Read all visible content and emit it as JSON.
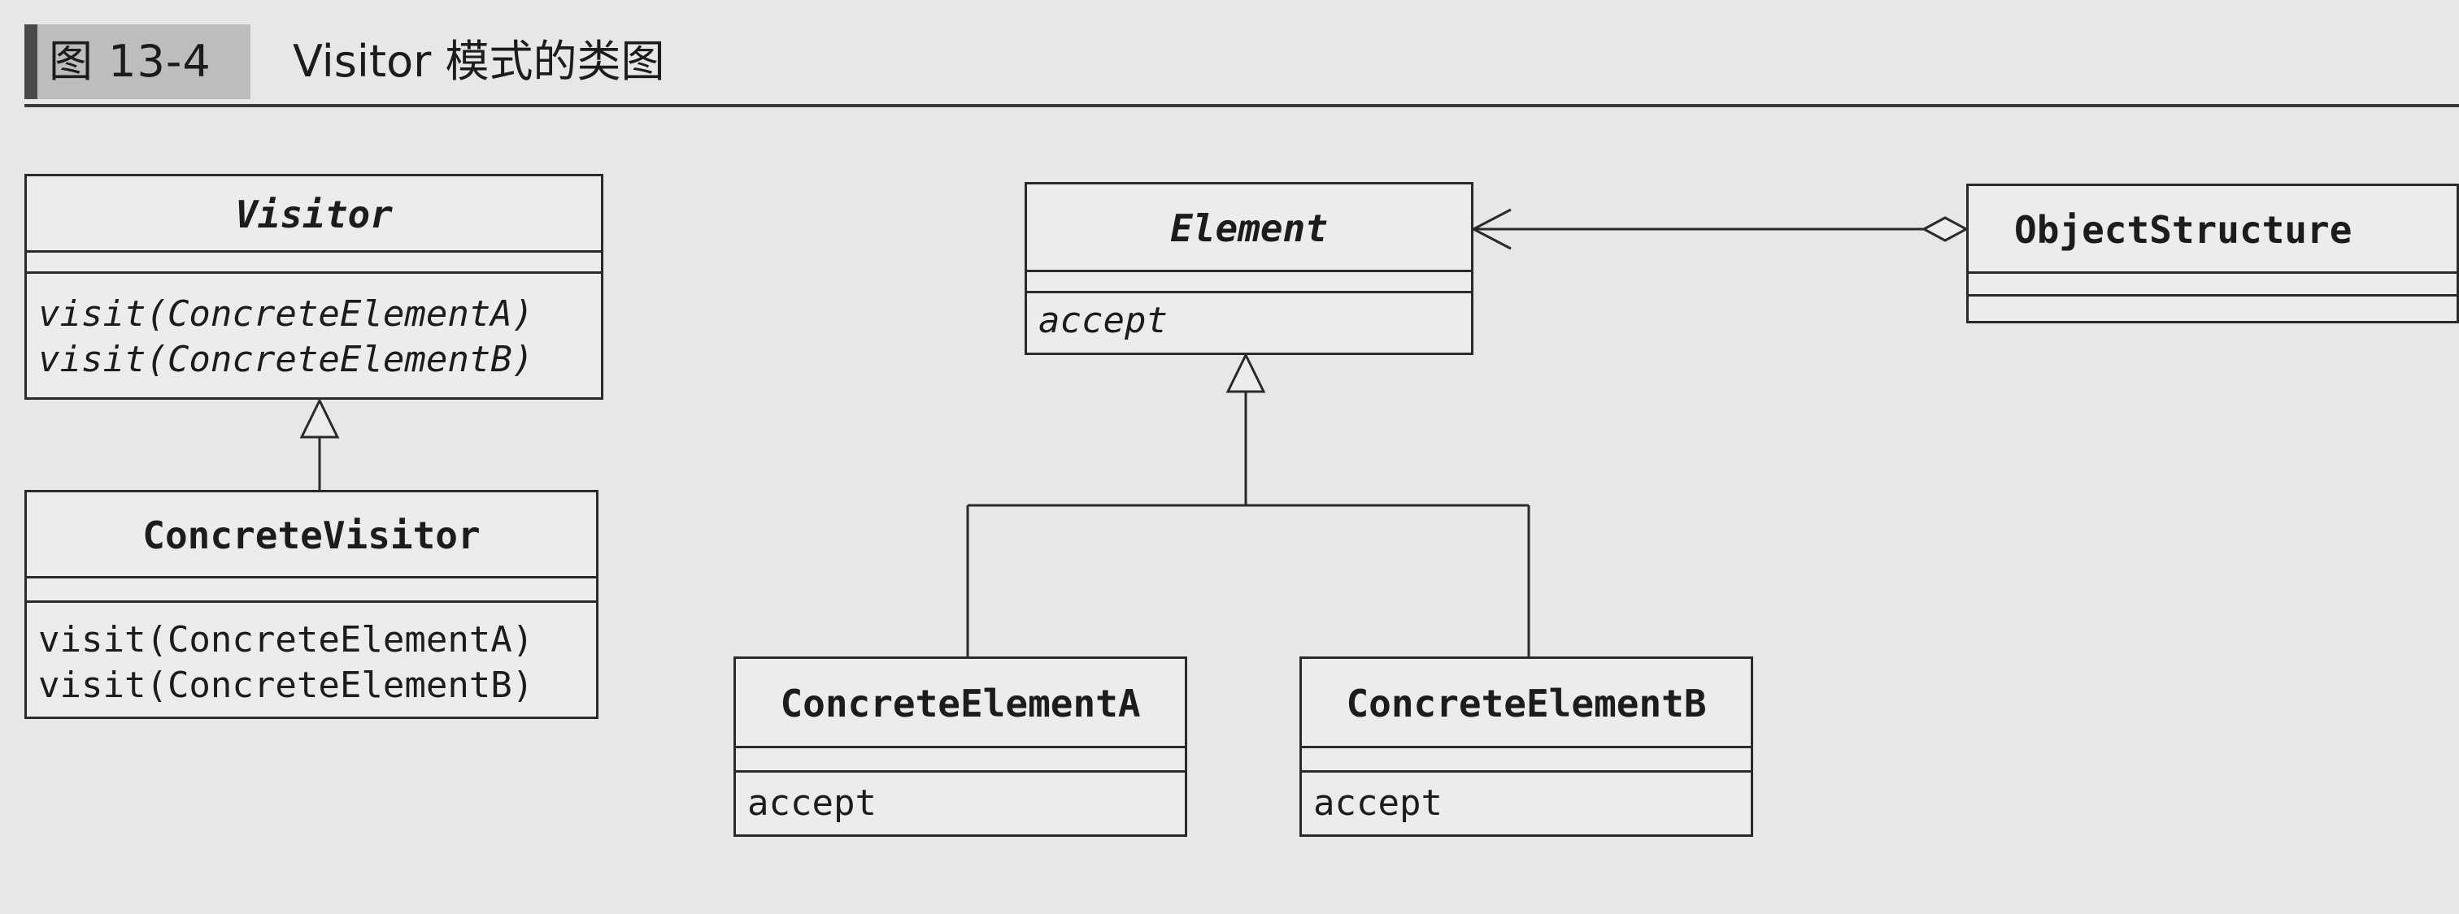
{
  "figure": {
    "label": "图 13-4",
    "title": "Visitor 模式的类图"
  },
  "classes": {
    "visitor": {
      "name": "Visitor",
      "operations": [
        "visit(ConcreteElementA)",
        "visit(ConcreteElementB)"
      ]
    },
    "concrete_visitor": {
      "name": "ConcreteVisitor",
      "operations": [
        "visit(ConcreteElementA)",
        "visit(ConcreteElementB)"
      ]
    },
    "element": {
      "name": "Element",
      "operations": [
        "accept"
      ]
    },
    "object_structure": {
      "name": "ObjectStructure",
      "operations": []
    },
    "concrete_element_a": {
      "name": "ConcreteElementA",
      "operations": [
        "accept"
      ]
    },
    "concrete_element_b": {
      "name": "ConcreteElementB",
      "operations": [
        "accept"
      ]
    }
  },
  "relationships": [
    {
      "type": "generalization",
      "from": "concrete_visitor",
      "to": "visitor"
    },
    {
      "type": "generalization",
      "from": "concrete_element_a",
      "to": "element"
    },
    {
      "type": "generalization",
      "from": "concrete_element_b",
      "to": "element"
    },
    {
      "type": "aggregation",
      "from": "object_structure",
      "to": "element"
    }
  ],
  "colors": {
    "background": "#e7e7e5",
    "line": "#2a2a2a",
    "label_box": "#bdbdbb"
  }
}
